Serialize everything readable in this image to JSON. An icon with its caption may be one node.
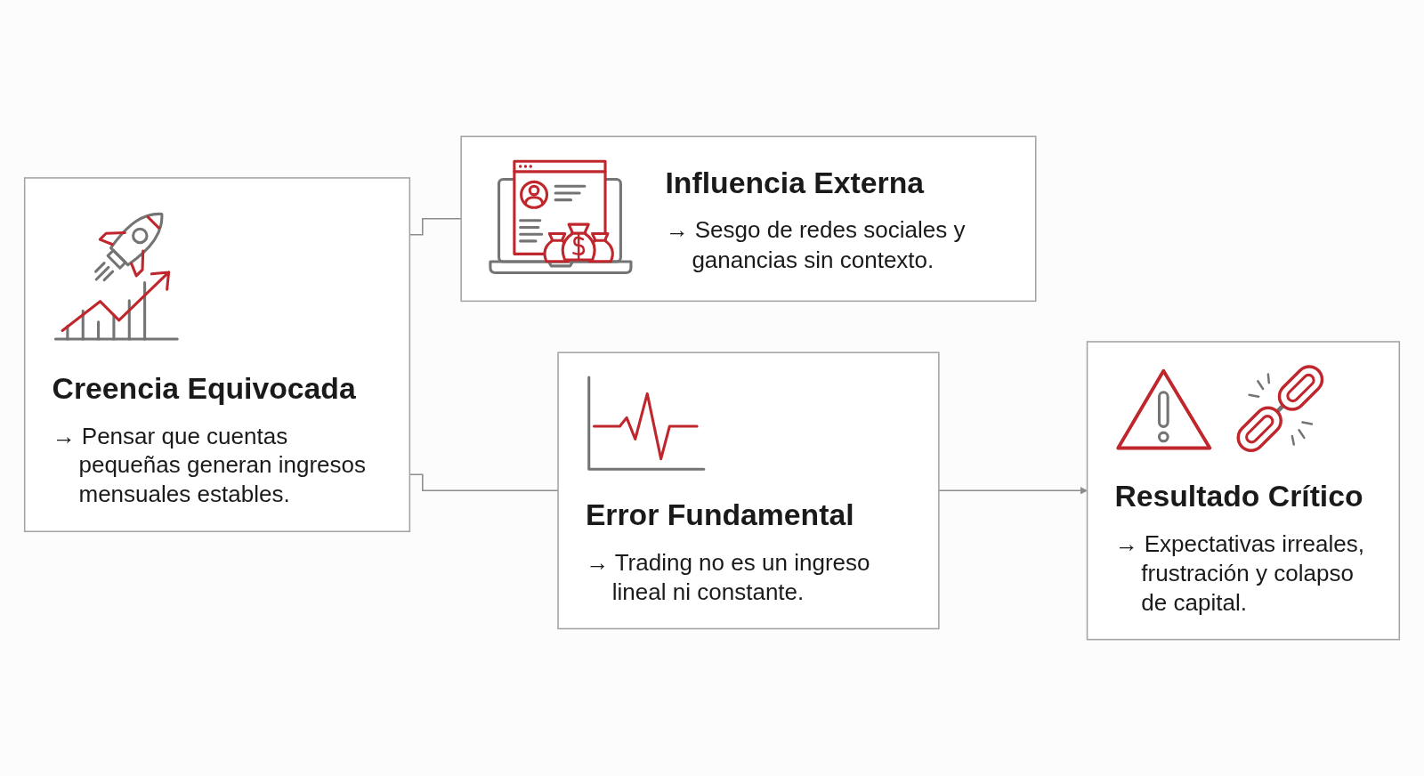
{
  "diagram": {
    "nodes": [
      {
        "text": [
          "Creencia Equivocada",
          "→ Pensar que cuentas pequeñas generan ingresos mensuales estables."
        ]
      },
      {
        "text": [
          "Influencia Externa",
          "→ Sesgo de redes sociales y ganancias sin contexto."
        ]
      },
      {
        "text": [
          "Error Fundamental",
          "→ Trading no es un ingreso lineal ni constante."
        ]
      },
      {
        "text": [
          "Resultado Crítico",
          "→ Expectativas irreales, frustración y colapso de capital."
        ]
      }
    ],
    "edges": [
      {
        "from": 0,
        "to": 1,
        "arrow": "none"
      },
      {
        "from": 0,
        "to": 2,
        "arrow": "none"
      },
      {
        "from": 2,
        "to": 3,
        "arrow": "to"
      }
    ]
  }
}
